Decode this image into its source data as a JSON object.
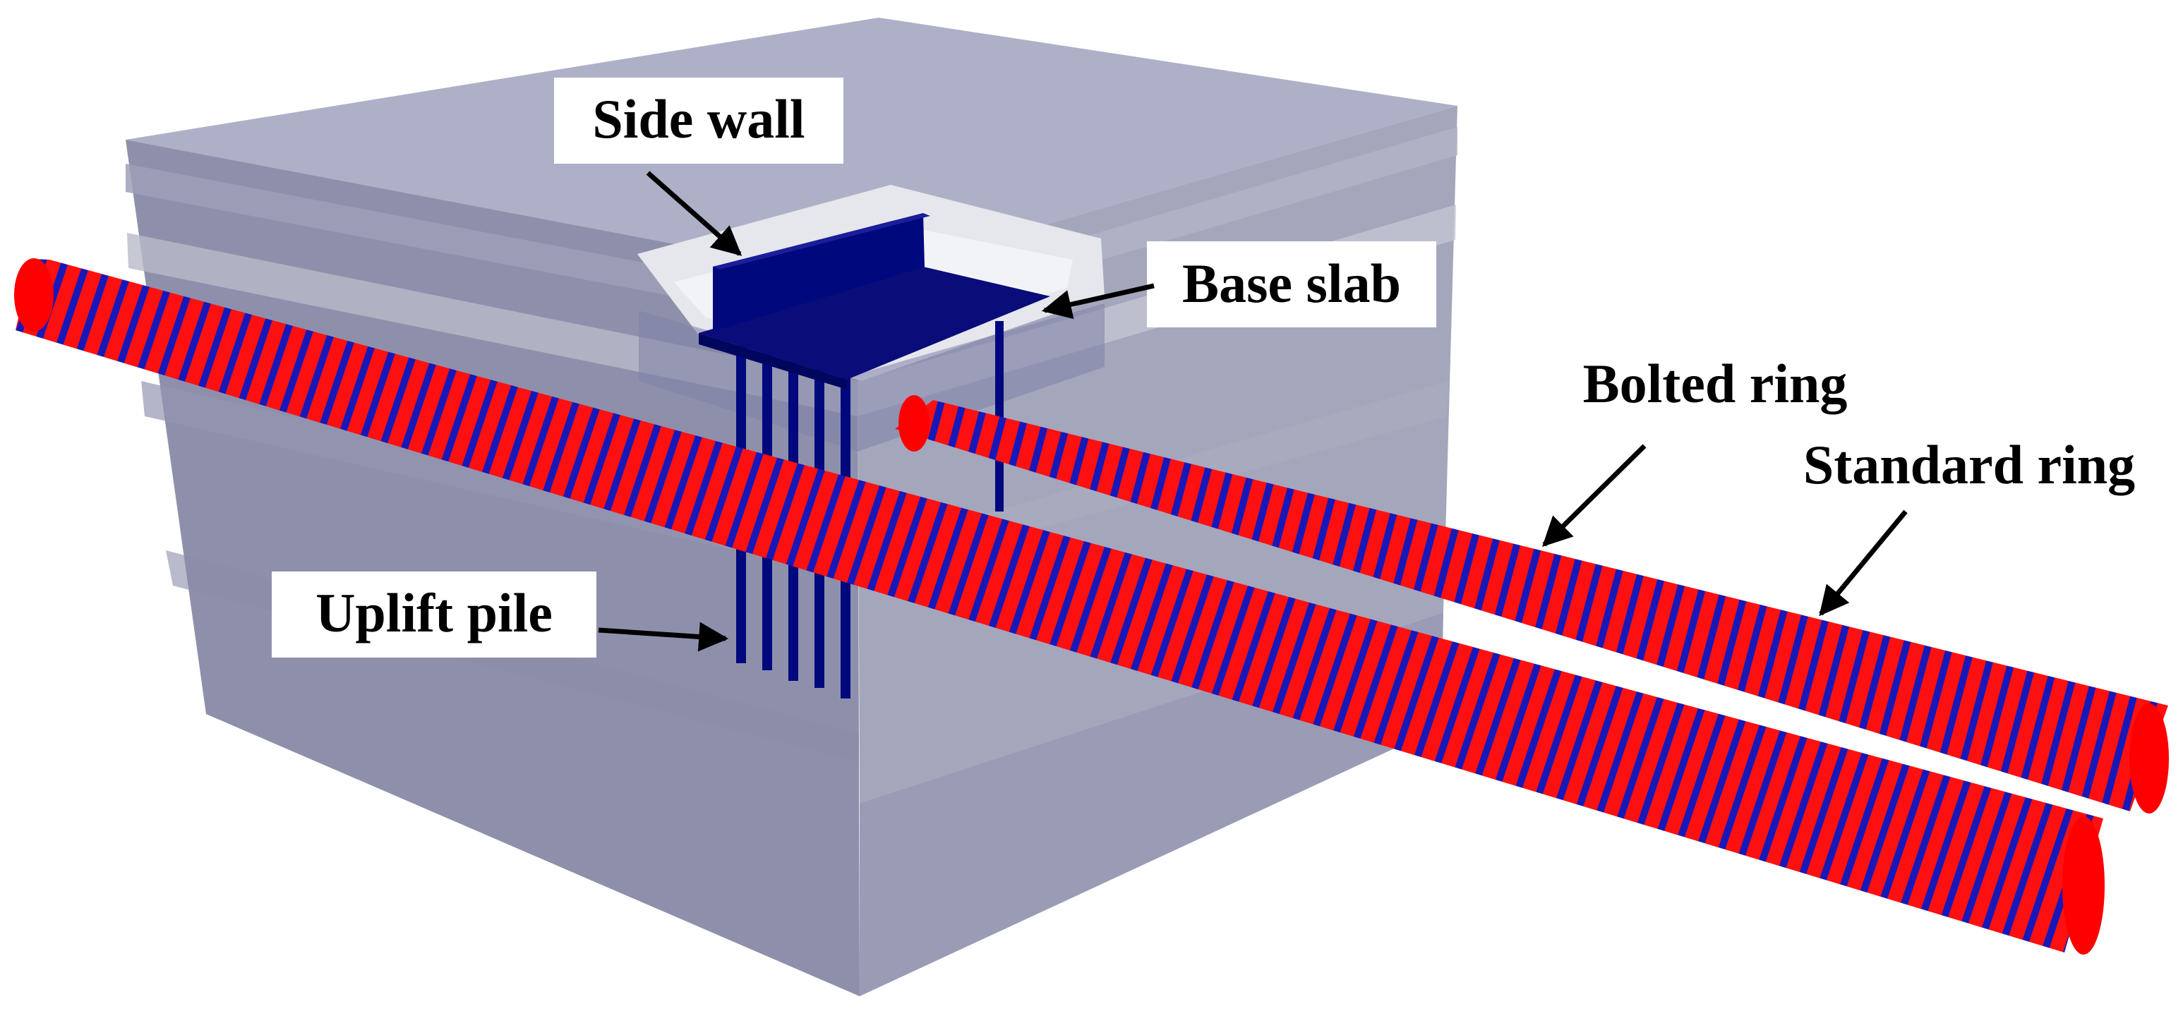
{
  "labels": {
    "side_wall": "Side wall",
    "base_slab": "Base slab",
    "bolted_ring": "Bolted ring",
    "standard_ring": "Standard ring",
    "uplift_pile": "Uplift pile"
  },
  "colors": {
    "soil_top": "#aeb0c8",
    "soil_left": "#8e90ab",
    "soil_right": "#a4a6bc",
    "structure": "#00087e",
    "tunnel_ring": "#ff0000",
    "bolted_stripe": "#1a1ab8",
    "label_bg": "#ffffff",
    "text": "#000000"
  }
}
